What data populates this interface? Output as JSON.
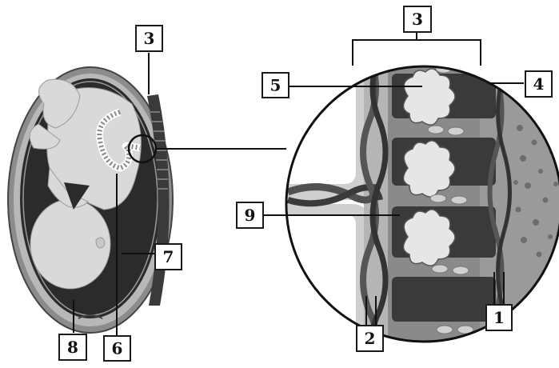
{
  "labels": {
    "l1": "1",
    "l2": "2",
    "l3_left": "3",
    "l3_right": "3",
    "l4": "4",
    "l5": "5",
    "l6": "6",
    "l7": "7",
    "l8": "8",
    "l9": "9"
  },
  "colors": {
    "uterus_wall": "#8c8c8c",
    "amniotic_cavity": "#2b2b2b",
    "fetus": "#d9d9d9",
    "placenta_dark": "#3a3a3a",
    "placenta_mid": "#7a7a7a",
    "villi": "#e6e6e6",
    "vessel": "#505050",
    "maternal_tissue": "#9a9a9a",
    "line": "#111111"
  }
}
